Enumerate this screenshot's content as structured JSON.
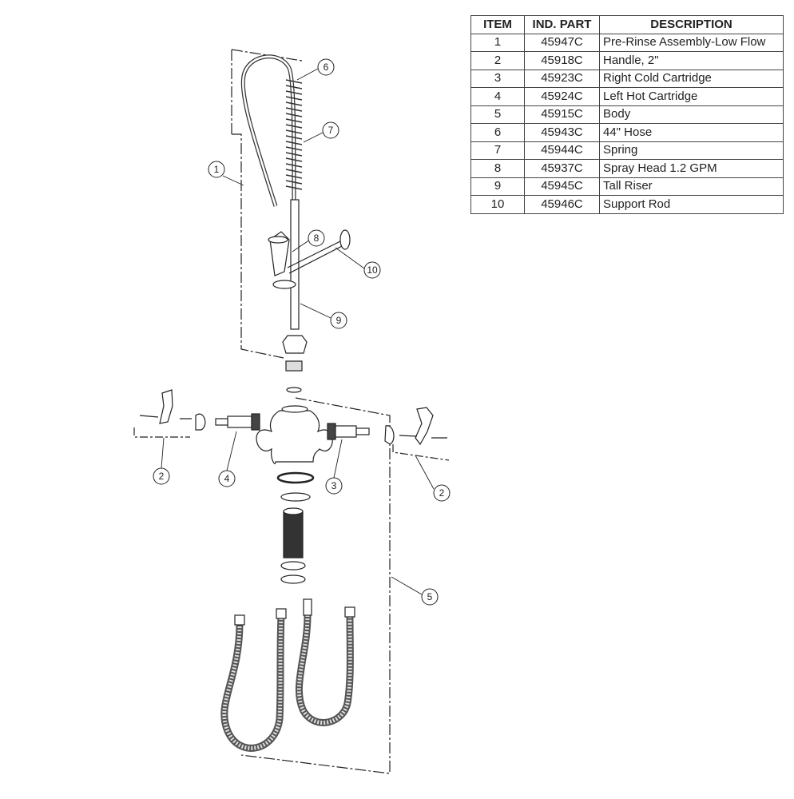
{
  "parts_table": {
    "headers": [
      "ITEM",
      "IND. PART",
      "DESCRIPTION"
    ],
    "rows": [
      {
        "item": "1",
        "part": "45947C",
        "description": "Pre-Rinse Assembly-Low Flow"
      },
      {
        "item": "2",
        "part": "45918C",
        "description": "Handle, 2\""
      },
      {
        "item": "3",
        "part": "45923C",
        "description": "Right Cold Cartridge"
      },
      {
        "item": "4",
        "part": "45924C",
        "description": "Left Hot Cartridge"
      },
      {
        "item": "5",
        "part": "45915C",
        "description": "Body"
      },
      {
        "item": "6",
        "part": "45943C",
        "description": "44\" Hose"
      },
      {
        "item": "7",
        "part": "45944C",
        "description": "Spring"
      },
      {
        "item": "8",
        "part": "45937C",
        "description": "Spray Head 1.2 GPM"
      },
      {
        "item": "9",
        "part": "45945C",
        "description": "Tall Riser"
      },
      {
        "item": "10",
        "part": "45946C",
        "description": "Support Rod"
      }
    ]
  },
  "callouts": [
    "6",
    "7",
    "1",
    "8",
    "10",
    "9",
    "2",
    "4",
    "3",
    "2",
    "5"
  ]
}
